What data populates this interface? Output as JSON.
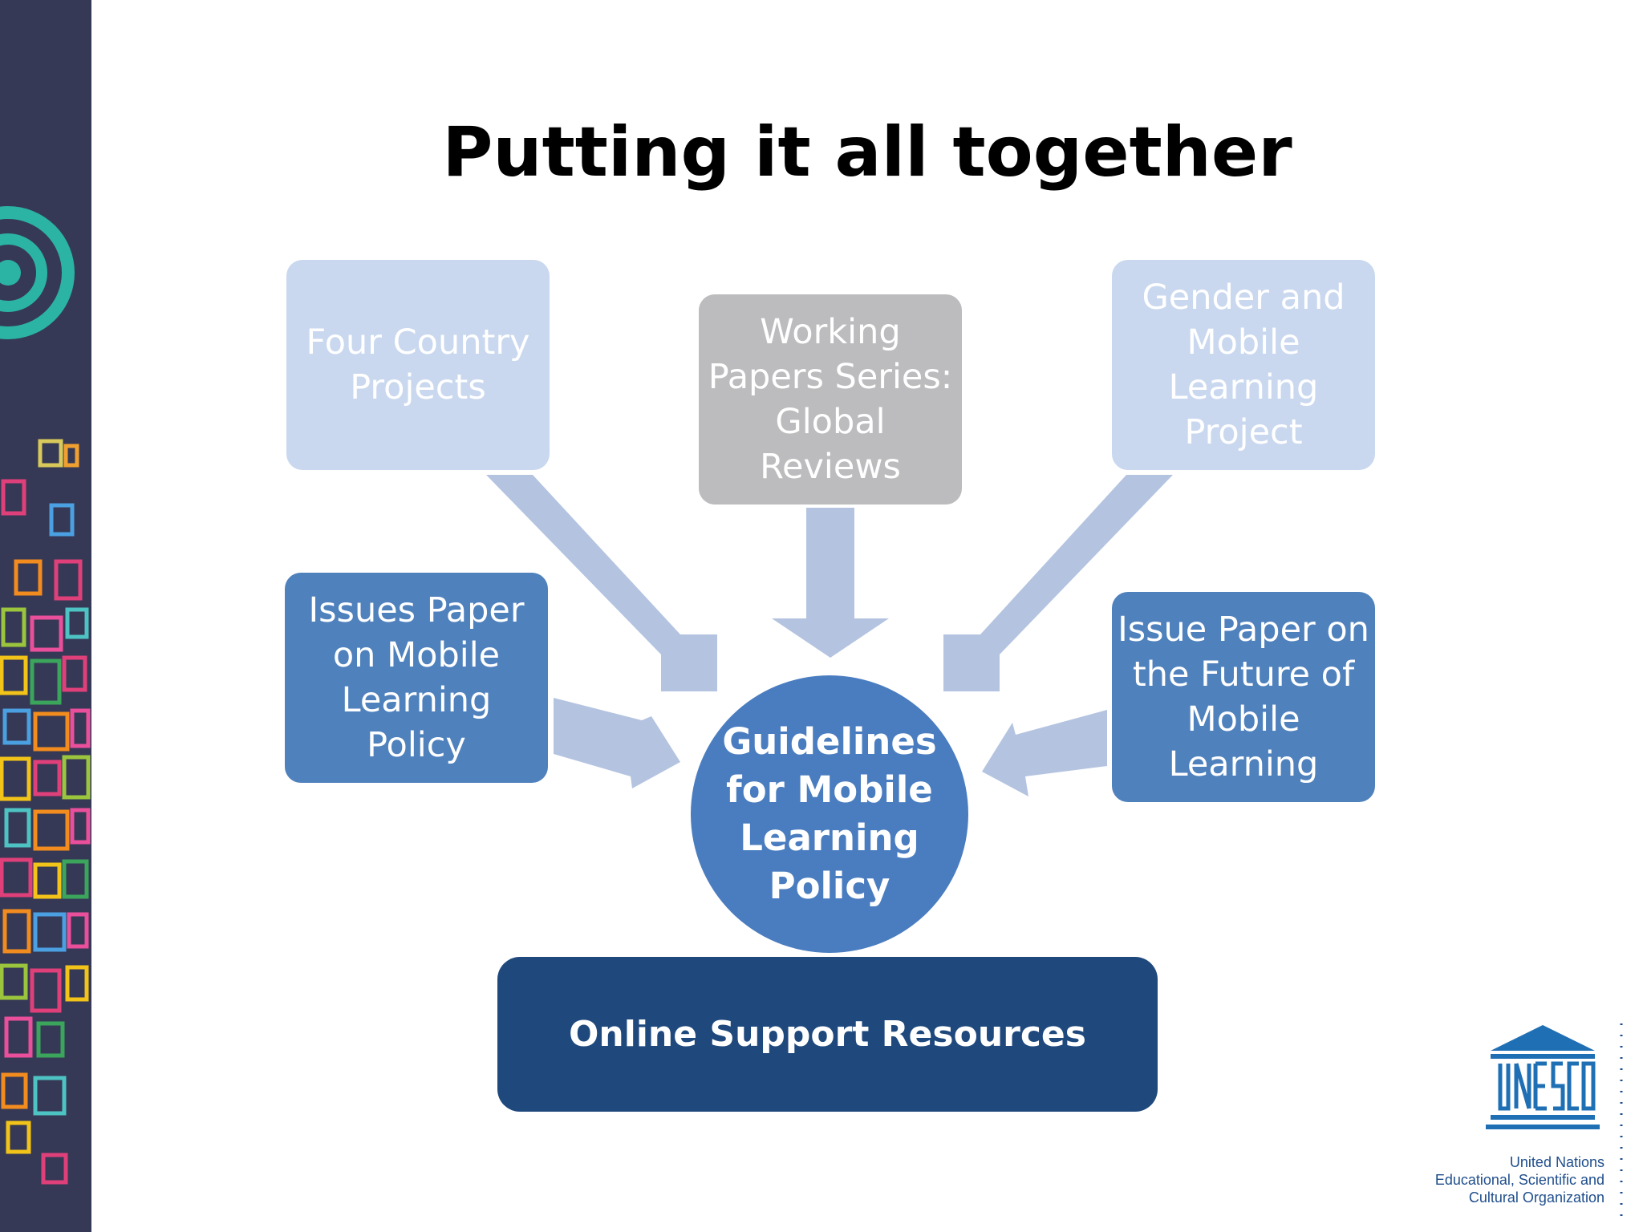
{
  "title": "Putting it all together",
  "nodes": {
    "four_country": "Four Country\nProjects",
    "working_papers": "Working\nPapers Series:\nGlobal\nReviews",
    "gender": "Gender and\nMobile\nLearning\nProject",
    "issues_paper": "Issues Paper\non Mobile\nLearning\nPolicy",
    "issue_future": "Issue Paper on\nthe Future of\nMobile\nLearning",
    "guidelines": "Guidelines\nfor Mobile\nLearning\nPolicy",
    "online_support": "Online Support Resources"
  },
  "logo": {
    "wordmark": "UNESCO",
    "org_name": "United Nations\nEducational, Scientific and\nCultural Organization"
  },
  "colors": {
    "sidebar": "#363956",
    "light_box": "#c9d8ef",
    "gray_box": "#bcbcbe",
    "mid_box": "#4f81bd",
    "circle": "#4a7dbf",
    "dark_box": "#1f497d",
    "arrow": "#b4c4e0"
  }
}
